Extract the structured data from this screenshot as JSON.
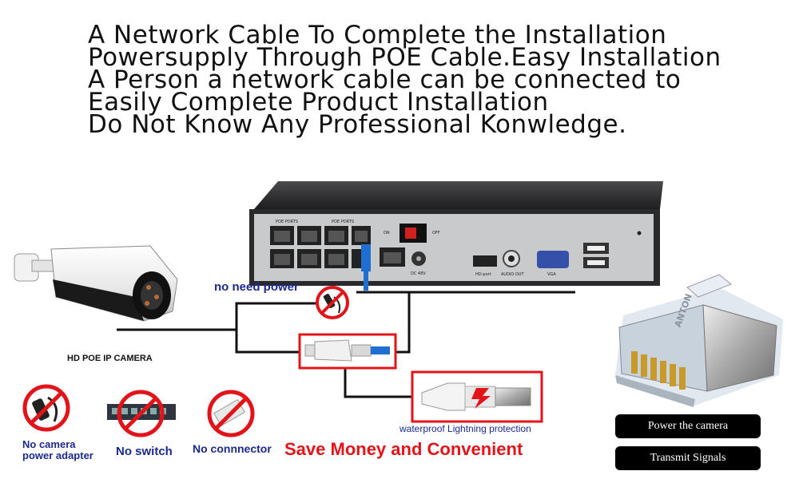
{
  "headline": {
    "lines": [
      "A Network Cable To Complete the Installation",
      "Powersupply Through POE Cable.Easy Installation",
      "A Person a network cable can be connected to",
      "Easily Complete Product Installation",
      "Do Not Know Any Professional Konwledge."
    ]
  },
  "nvr": {
    "poe_ports_label_1": "POE PORTS",
    "poe_ports_label_2": "POE PORTS",
    "on_label": "ON",
    "off_label": "OFF",
    "dc_label": "DC 48V",
    "hdport_label": "HD-port",
    "audio_label": "AUDIO OUT",
    "vga_label": "VGA"
  },
  "labels": {
    "no_need_power": "no need power",
    "camera": "HD POE IP CAMERA",
    "waterproof": "waterproof Lightning protection",
    "save_money": "Save Money and Convenient",
    "no_adapter_1": "No camera",
    "no_adapter_2": "power adapter",
    "no_switch": "No switch",
    "no_connector": "No connnector",
    "rj45_brand": "ANTON"
  },
  "pills": {
    "power": "Power the camera",
    "signals": "Transmit Signals"
  },
  "colors": {
    "red": "#e2141a",
    "blue_text": "#1b2a8c",
    "nvr_body": "#2c2c2e",
    "nvr_panel": "#c9cacc"
  }
}
